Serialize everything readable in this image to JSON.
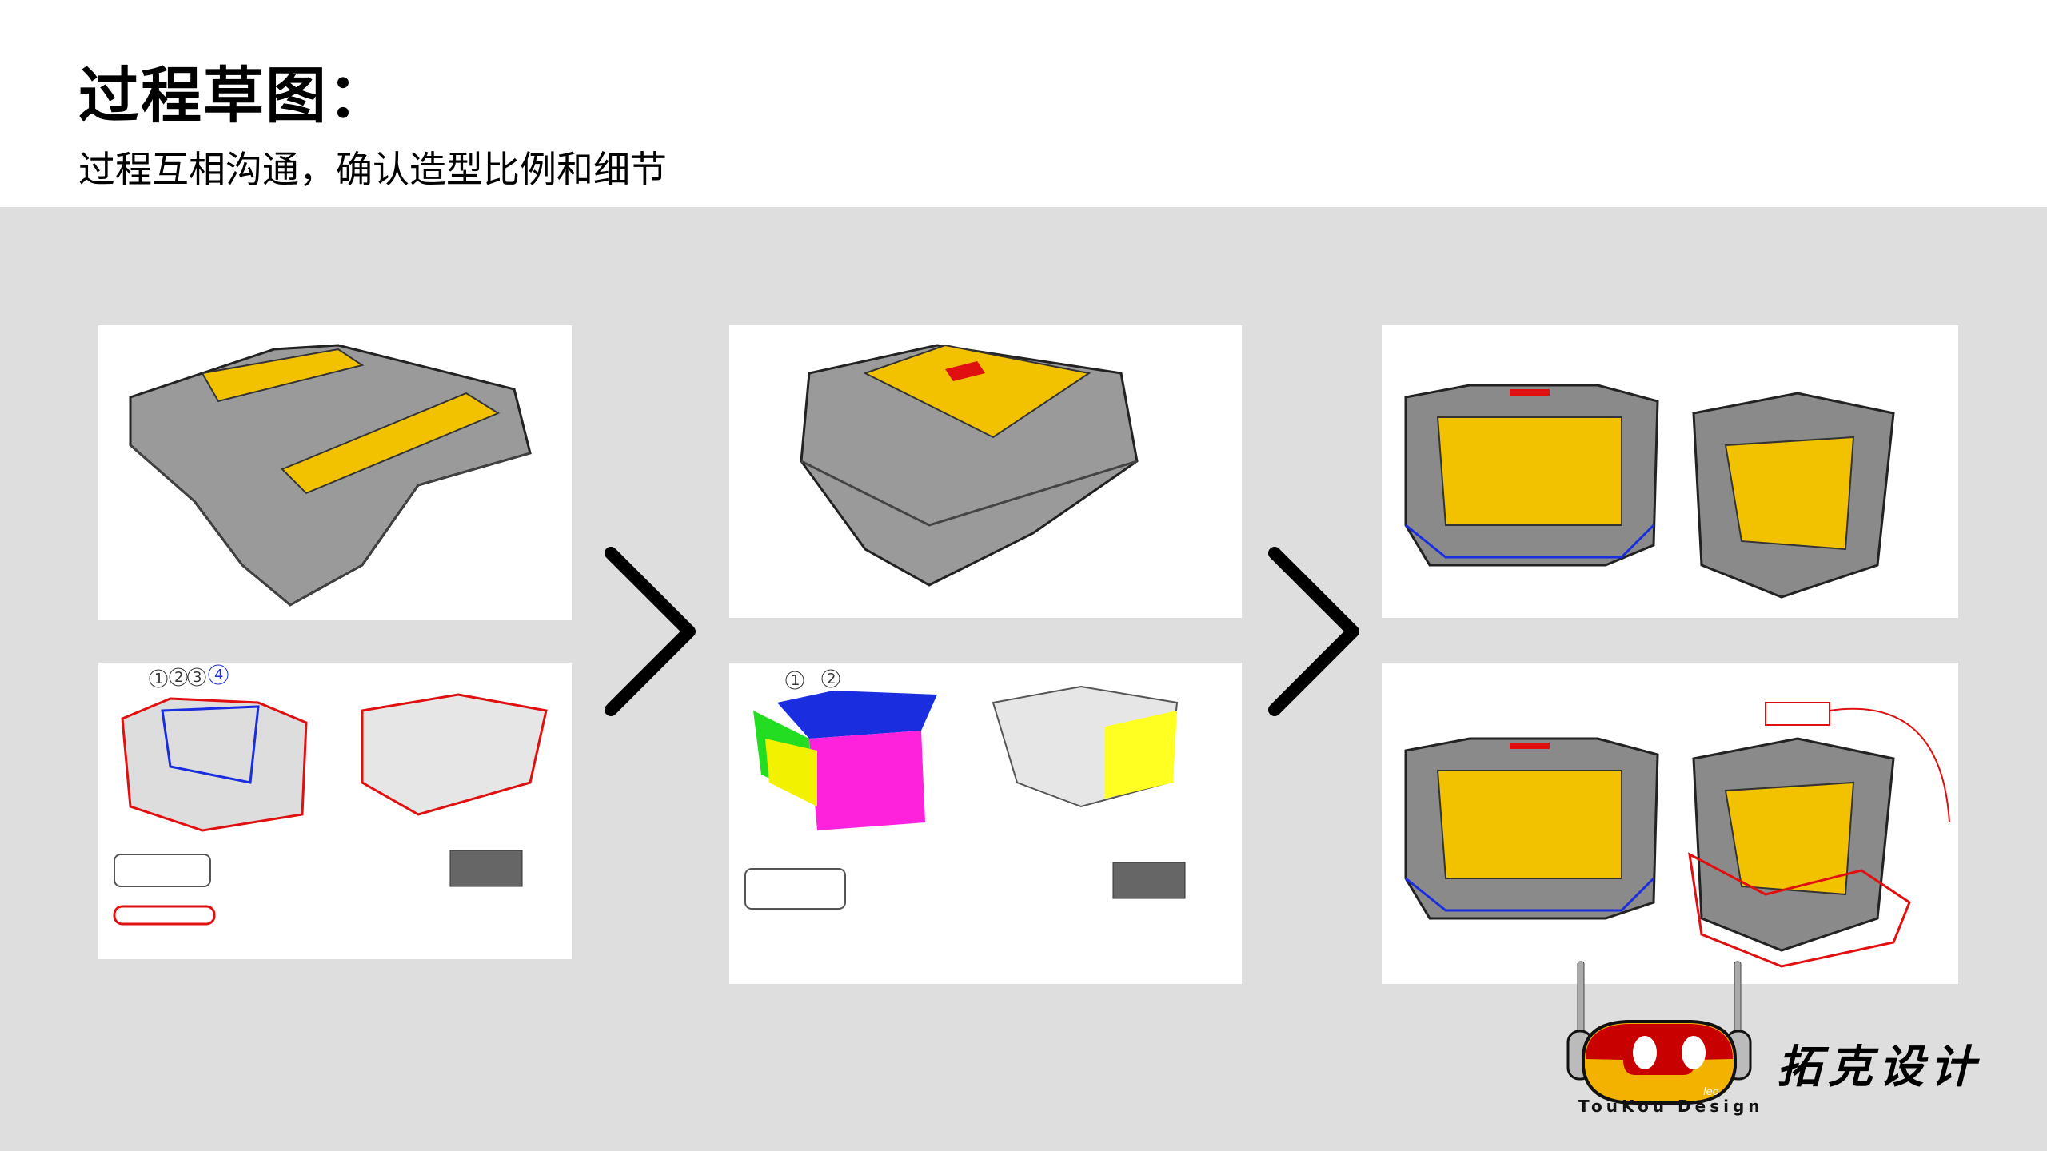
{
  "header": {
    "title": "过程草图：",
    "subtitle": "过程互相沟通，确认造型比例和细节"
  },
  "colors": {
    "background": "#dedede",
    "accent_yellow": "#f2c200",
    "sketch_gray": "#8a8a8a",
    "markup_red": "#e01010",
    "markup_blue": "#1a2ee0"
  },
  "stages": [
    {
      "name": "stage-1",
      "panels": [
        "concept-sketch",
        "markup-reference"
      ]
    },
    {
      "name": "stage-2",
      "panels": [
        "concept-sketch",
        "color-block-reference"
      ]
    },
    {
      "name": "stage-3",
      "panels": [
        "refined-sketch",
        "refined-markup"
      ]
    }
  ],
  "annotations": {
    "stage1_numbers": [
      "1",
      "2",
      "3",
      "4"
    ],
    "stage2_numbers": [
      "1",
      "2"
    ]
  },
  "icons": {
    "step_arrow": "chevron-right-icon"
  },
  "brand": {
    "name_cn": "拓克设计",
    "name_en": "TouKou Design",
    "logo_text": "leo"
  }
}
